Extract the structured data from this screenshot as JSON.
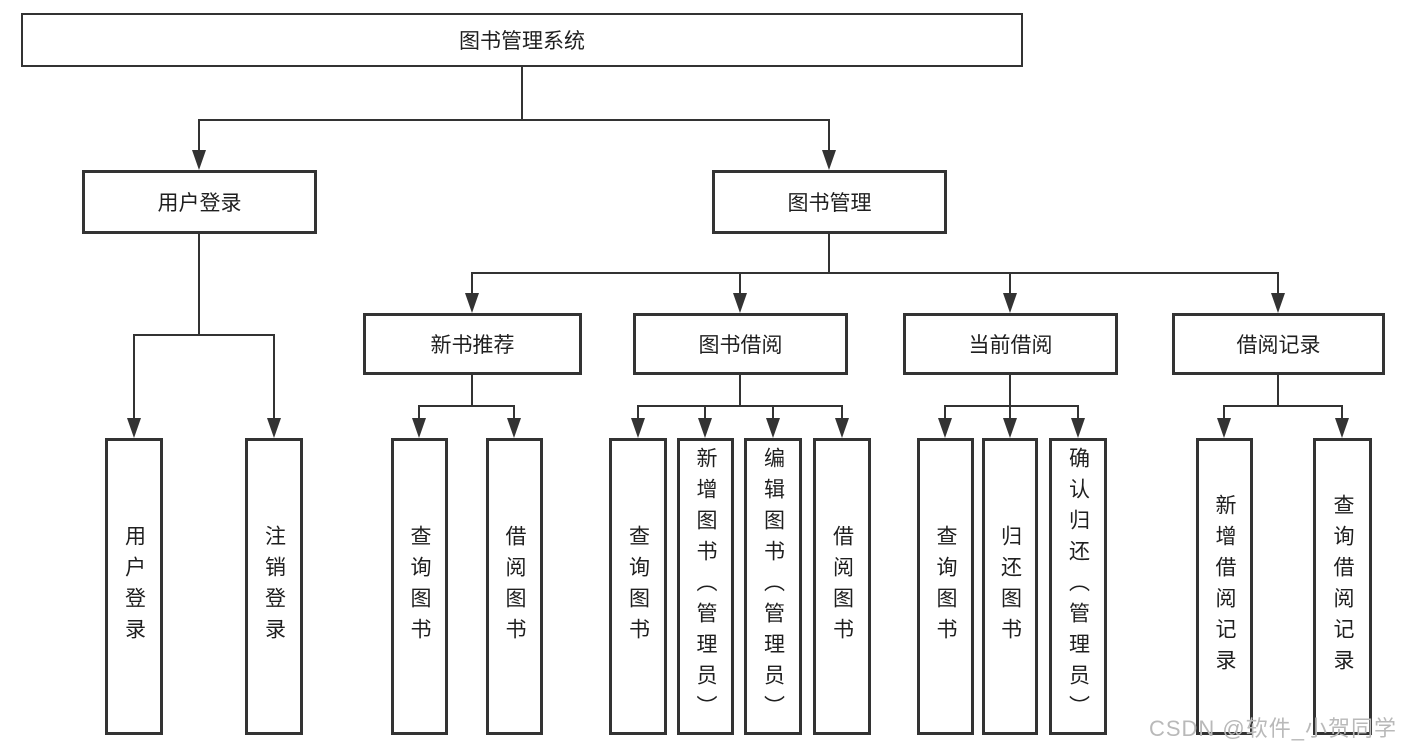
{
  "tree": {
    "root": {
      "label": "图书管理系统"
    },
    "branches": [
      {
        "label": "用户登录",
        "children": [
          {
            "label": "用户登录"
          },
          {
            "label": "注销登录"
          }
        ]
      },
      {
        "label": "图书管理",
        "children": [
          {
            "label": "新书推荐",
            "children": [
              {
                "label": "查询图书"
              },
              {
                "label": "借阅图书"
              }
            ]
          },
          {
            "label": "图书借阅",
            "children": [
              {
                "label": "查询图书"
              },
              {
                "label": "新增图书（管理员）"
              },
              {
                "label": "编辑图书（管理员）"
              },
              {
                "label": "借阅图书"
              }
            ]
          },
          {
            "label": "当前借阅",
            "children": [
              {
                "label": "查询图书"
              },
              {
                "label": "归还图书"
              },
              {
                "label": "确认归还（管理员）"
              }
            ]
          },
          {
            "label": "借阅记录",
            "children": [
              {
                "label": "新增借阅记录"
              },
              {
                "label": "查询借阅记录"
              }
            ]
          }
        ]
      }
    ]
  },
  "watermark": "CSDN @软件_小贺同学",
  "colors": {
    "line": "#333333",
    "text": "#1f1f1f",
    "background": "#ffffff",
    "watermark": "#b9b9b9"
  }
}
